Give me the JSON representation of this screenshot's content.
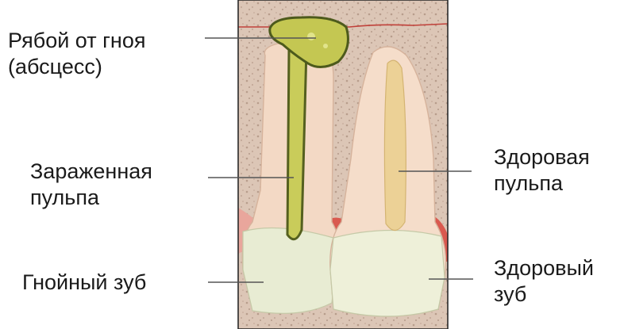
{
  "labels": {
    "abscess": [
      "Рябой от гноя",
      "(абсцесс)"
    ],
    "infected_pulp": [
      "Зараженная",
      "пульпа"
    ],
    "abscessed_tooth": [
      "Гнойный зуб"
    ],
    "healthy_pulp": [
      "Здоровая",
      "пульпа"
    ],
    "healthy_tooth": [
      "Здоровый",
      "зуб"
    ]
  },
  "colors": {
    "bone": "#d9c2b2",
    "gum": "#e6a49a",
    "gum_edge": "#c9463f",
    "enamel": "#eef0d9",
    "dentin": "#f4dcc9",
    "pus": "#c9cc5a",
    "pus_dark": "#55601f",
    "healthy_pulp": "#ecd196",
    "leader": "#555555"
  }
}
